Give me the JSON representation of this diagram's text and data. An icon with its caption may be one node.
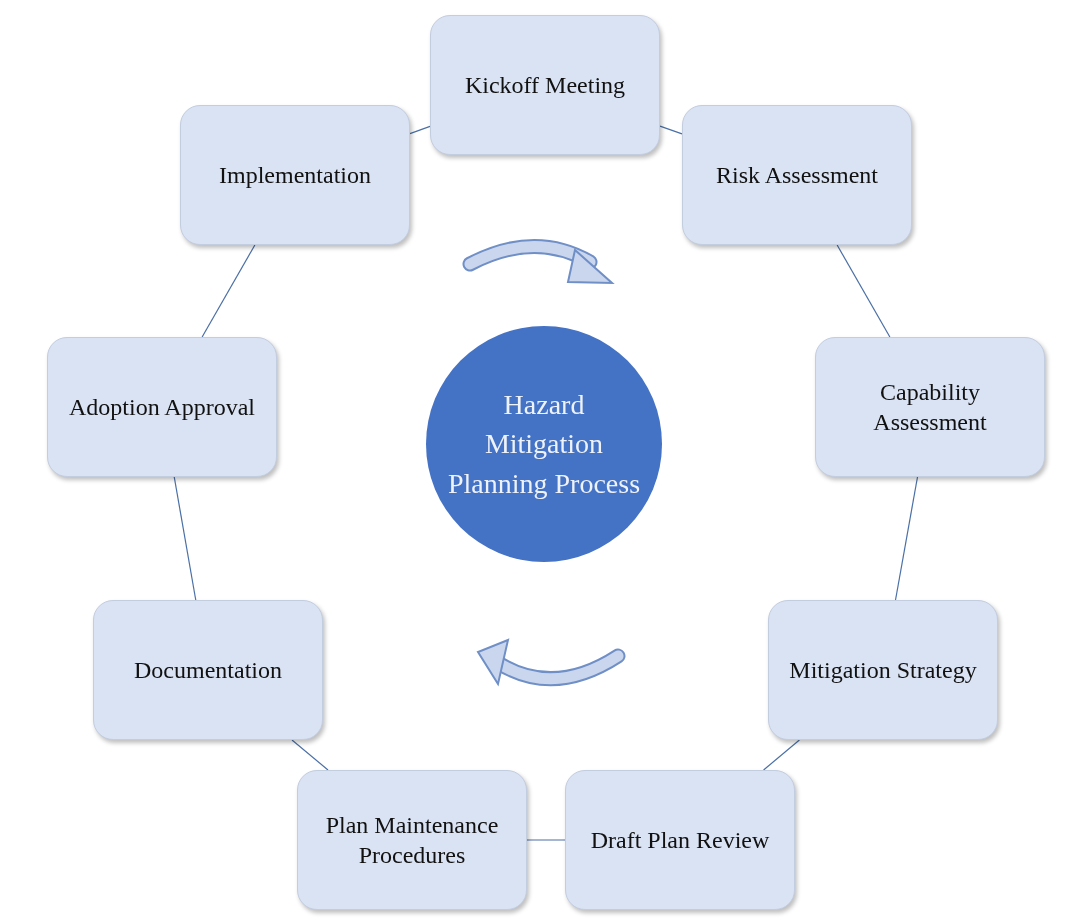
{
  "diagram": {
    "nodes": [
      {
        "text": [
          "Kickoff Meeting"
        ]
      },
      {
        "text": [
          "Risk Assessment"
        ]
      },
      {
        "text": [
          "Capability Assessment"
        ]
      },
      {
        "text": [
          "Mitigation Strategy"
        ]
      },
      {
        "text": [
          "Draft Plan Review"
        ]
      },
      {
        "text": [
          "Plan Maintenance Procedures"
        ]
      },
      {
        "text": [
          "Documentation"
        ]
      },
      {
        "text": [
          "Adoption Approval"
        ]
      },
      {
        "text": [
          "Implementation"
        ]
      },
      {
        "text": [
          "Hazard Mitigation Planning Process"
        ]
      }
    ],
    "edges": [
      {
        "from": 0,
        "to": 1,
        "arrow": "none"
      },
      {
        "from": 1,
        "to": 2,
        "arrow": "none"
      },
      {
        "from": 2,
        "to": 3,
        "arrow": "none"
      },
      {
        "from": 3,
        "to": 4,
        "arrow": "none"
      },
      {
        "from": 4,
        "to": 5,
        "arrow": "none"
      },
      {
        "from": 5,
        "to": 6,
        "arrow": "none"
      },
      {
        "from": 6,
        "to": 7,
        "arrow": "none"
      },
      {
        "from": 7,
        "to": 8,
        "arrow": "none"
      },
      {
        "from": 8,
        "to": 0,
        "arrow": "none"
      }
    ]
  }
}
